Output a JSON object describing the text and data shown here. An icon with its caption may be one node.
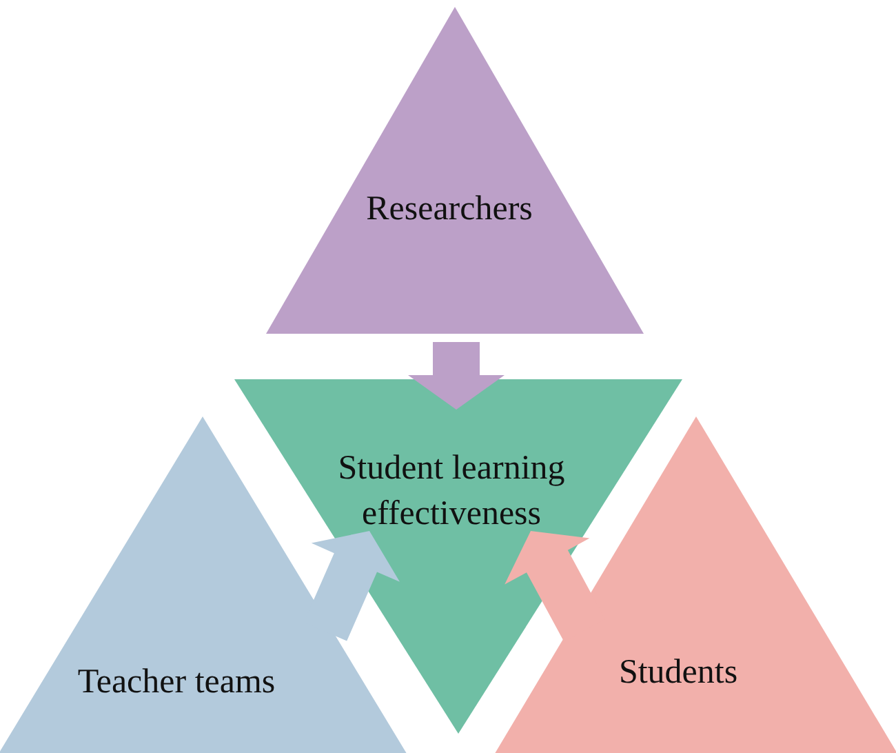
{
  "diagram": {
    "nodes": [
      {
        "text": [
          "Researchers"
        ]
      },
      {
        "text": [
          "Student learning effectiveness"
        ]
      },
      {
        "text": [
          "Teacher teams"
        ]
      },
      {
        "text": [
          "Students"
        ]
      }
    ],
    "edges": [
      {
        "from": 0,
        "to": 1,
        "arrow": "to",
        "color": "#bca0c8"
      },
      {
        "from": 2,
        "to": 1,
        "arrow": "to",
        "color": "#b3cadc"
      },
      {
        "from": 3,
        "to": 1,
        "arrow": "to",
        "color": "#f2b0ab"
      }
    ]
  }
}
